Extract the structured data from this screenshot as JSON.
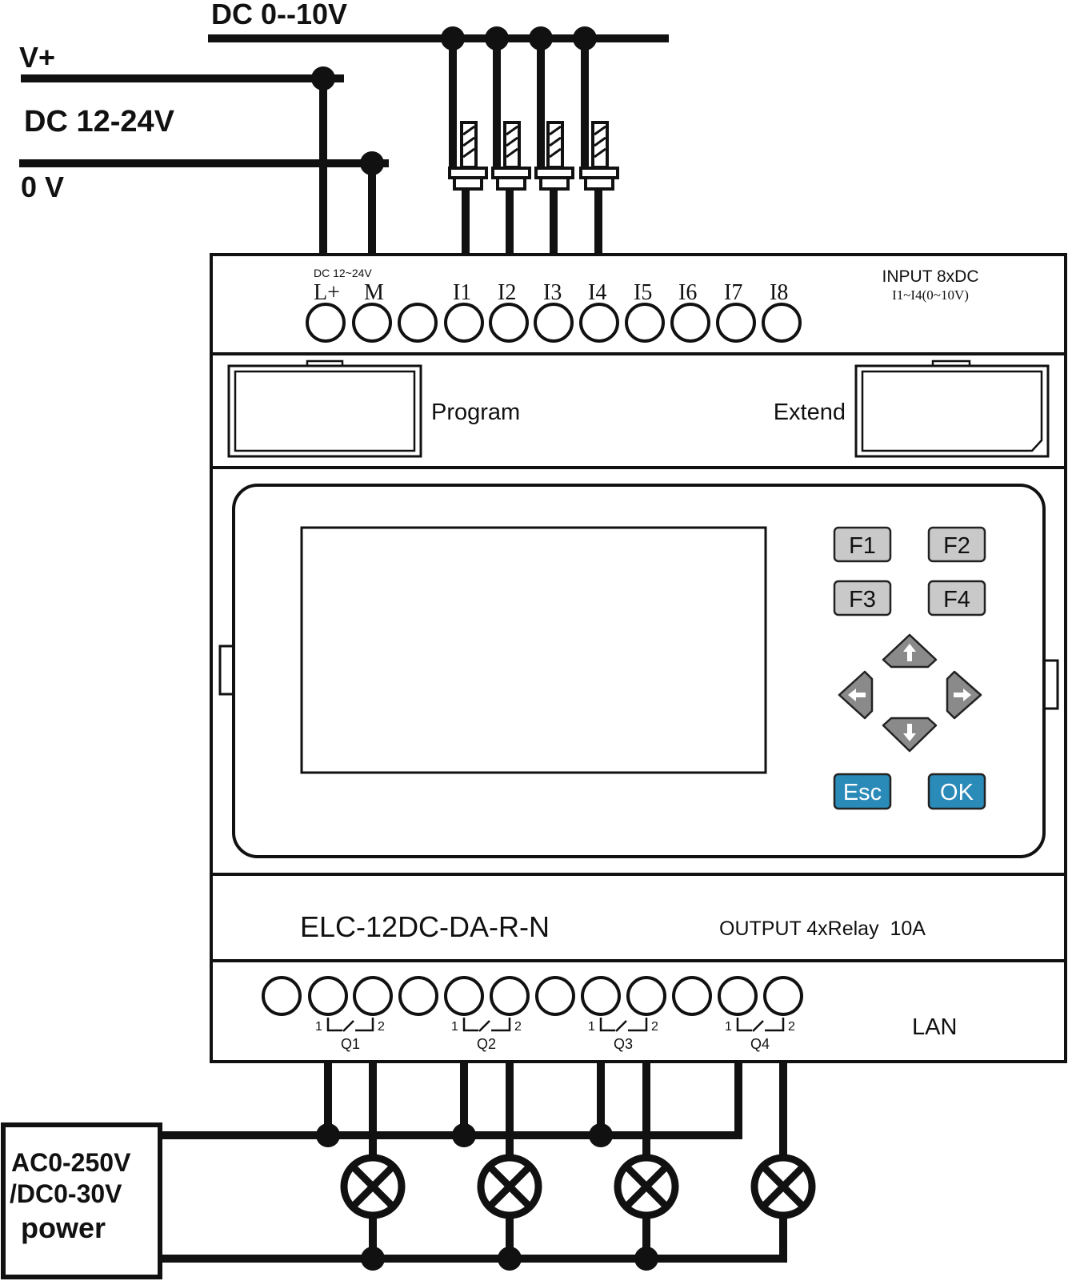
{
  "supply": {
    "analog_label": "DC 0--10V",
    "vplus_label": "V+",
    "power_label": "DC 12-24V",
    "zero_label": "0 V"
  },
  "device": {
    "top_terminals": {
      "dc_label": "DC 12~24V",
      "labels": [
        "L+",
        "M",
        "I1",
        "I2",
        "I3",
        "I4",
        "I5",
        "I6",
        "I7",
        "I8"
      ],
      "input_title": "INPUT 8xDC",
      "input_sub": "I1~I4(0~10V)"
    },
    "ports": {
      "program": "Program",
      "extend": "Extend"
    },
    "keys": {
      "f1": "F1",
      "f2": "F2",
      "f3": "F3",
      "f4": "F4",
      "esc": "Esc",
      "ok": "OK"
    },
    "model": "ELC-12DC-DA-R-N",
    "output_label": "OUTPUT 4xRelay  10A",
    "lan_label": "LAN",
    "relays": [
      {
        "name": "Q1",
        "pin1": "1",
        "pin2": "2"
      },
      {
        "name": "Q2",
        "pin1": "1",
        "pin2": "2"
      },
      {
        "name": "Q3",
        "pin1": "1",
        "pin2": "2"
      },
      {
        "name": "Q4",
        "pin1": "1",
        "pin2": "2"
      }
    ]
  },
  "load_power": {
    "line1": "AC0-250V",
    "line2": "/DC0-30V",
    "line3": "power"
  },
  "colors": {
    "ink": "#111111",
    "function_key": "#c9c9c9",
    "nav_key": "#8a8a8a",
    "action_key": "#2a8ab8"
  }
}
